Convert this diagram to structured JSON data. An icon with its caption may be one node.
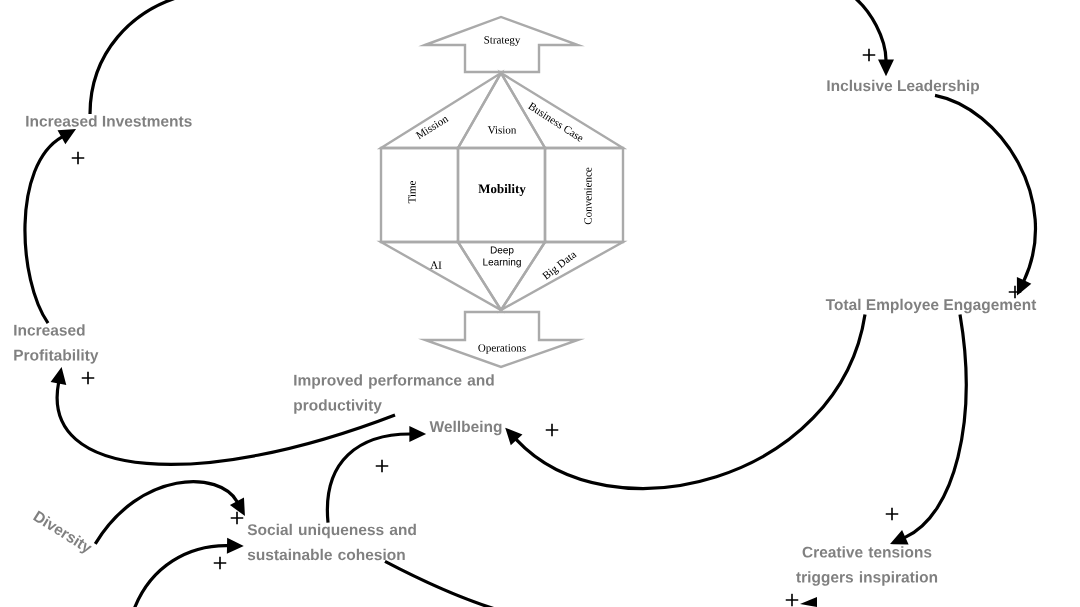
{
  "diagram": {
    "nodes": [
      {
        "text": [
          "Increased Investments"
        ]
      },
      {
        "text": [
          "Inclusive Leadership"
        ]
      },
      {
        "text": [
          "Total Employee Engagement"
        ]
      },
      {
        "text": [
          "Increased Profitability"
        ]
      },
      {
        "text": [
          "Improved performance and productivity"
        ]
      },
      {
        "text": [
          "Wellbeing"
        ]
      },
      {
        "text": [
          "Diversity"
        ]
      },
      {
        "text": [
          "Social uniqueness and sustainable cohesion"
        ]
      },
      {
        "text": [
          "Creative tensions triggers inspiration"
        ]
      },
      {
        "text": [
          "Strategy"
        ]
      },
      {
        "text": [
          "Mission"
        ]
      },
      {
        "text": [
          "Vision"
        ]
      },
      {
        "text": [
          "Business Case"
        ]
      },
      {
        "text": [
          "Time"
        ]
      },
      {
        "text": [
          "Mobility"
        ]
      },
      {
        "text": [
          "Convenience"
        ]
      },
      {
        "text": [
          "AI"
        ]
      },
      {
        "text": [
          "Deep Learning"
        ]
      },
      {
        "text": [
          "Big Data"
        ]
      },
      {
        "text": [
          "Operations"
        ]
      }
    ],
    "edges": [
      {
        "from": 0,
        "to": null,
        "arrow": "none"
      },
      {
        "from": null,
        "to": 1,
        "arrow": "to",
        "label": "+"
      },
      {
        "from": 1,
        "to": 2,
        "arrow": "to",
        "label": "+"
      },
      {
        "from": 2,
        "to": 5,
        "arrow": "to",
        "label": "+"
      },
      {
        "from": 2,
        "to": 8,
        "arrow": "to",
        "label": "+"
      },
      {
        "from": 4,
        "to": 3,
        "arrow": "to",
        "label": "+"
      },
      {
        "from": 3,
        "to": 0,
        "arrow": "to",
        "label": "+"
      },
      {
        "from": 6,
        "to": 7,
        "arrow": "to",
        "label": "+"
      },
      {
        "from": null,
        "to": 7,
        "arrow": "to",
        "label": "+"
      },
      {
        "from": 7,
        "to": 5,
        "arrow": "to",
        "label": "+"
      },
      {
        "from": 7,
        "to": null,
        "arrow": "none"
      }
    ],
    "labels": [
      "+"
    ]
  }
}
